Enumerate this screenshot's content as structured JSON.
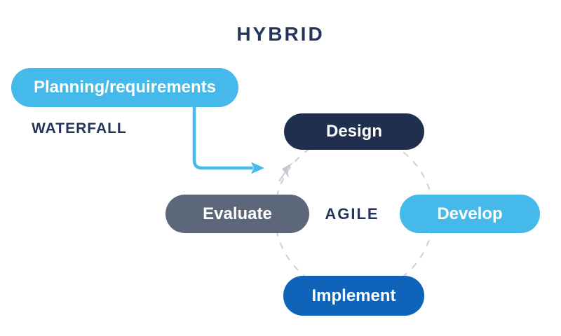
{
  "title": "HYBRID",
  "colors": {
    "light_blue": "#45b9e9",
    "navy": "#1f2f4d",
    "medium_blue": "#0f64ba",
    "slate_gray": "#5c6779",
    "label_navy": "#25355a",
    "dashed_circle_gray": "#d2d2d2",
    "cycle_arrowhead_gray": "#c3c9d1",
    "box_text": "#ffffff"
  },
  "waterfall": {
    "label": "WATERFALL",
    "stage": {
      "label": "Planning/requirements",
      "color": "#45b9e9"
    },
    "connector": "arrow-from-planning-into-agile-cycle"
  },
  "agile": {
    "label": "AGILE",
    "cycle_style": "dashed-circle-clockwise",
    "stages": [
      {
        "label": "Design",
        "position": "top",
        "color": "#1f2f4d"
      },
      {
        "label": "Develop",
        "position": "right",
        "color": "#45b9e9"
      },
      {
        "label": "Implement",
        "position": "bottom",
        "color": "#0f64ba"
      },
      {
        "label": "Evaluate",
        "position": "left",
        "color": "#5c6779"
      }
    ]
  }
}
